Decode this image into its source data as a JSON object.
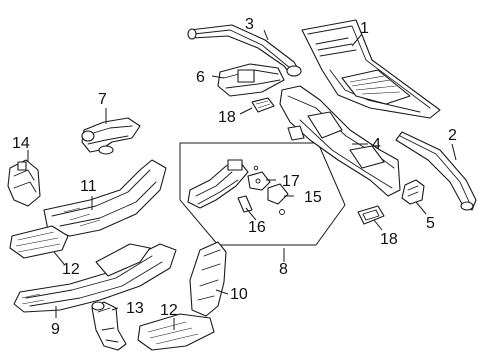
{
  "callouts": {
    "c1": "1",
    "c2": "2",
    "c3": "3",
    "c4": "4",
    "c5": "5",
    "c6": "6",
    "c7": "7",
    "c8": "8",
    "c9": "9",
    "c10": "10",
    "c11": "11",
    "c12a": "12",
    "c12b": "12",
    "c13": "13",
    "c14": "14",
    "c15": "15",
    "c16": "16",
    "c17": "17",
    "c18a": "18",
    "c18b": "18"
  }
}
